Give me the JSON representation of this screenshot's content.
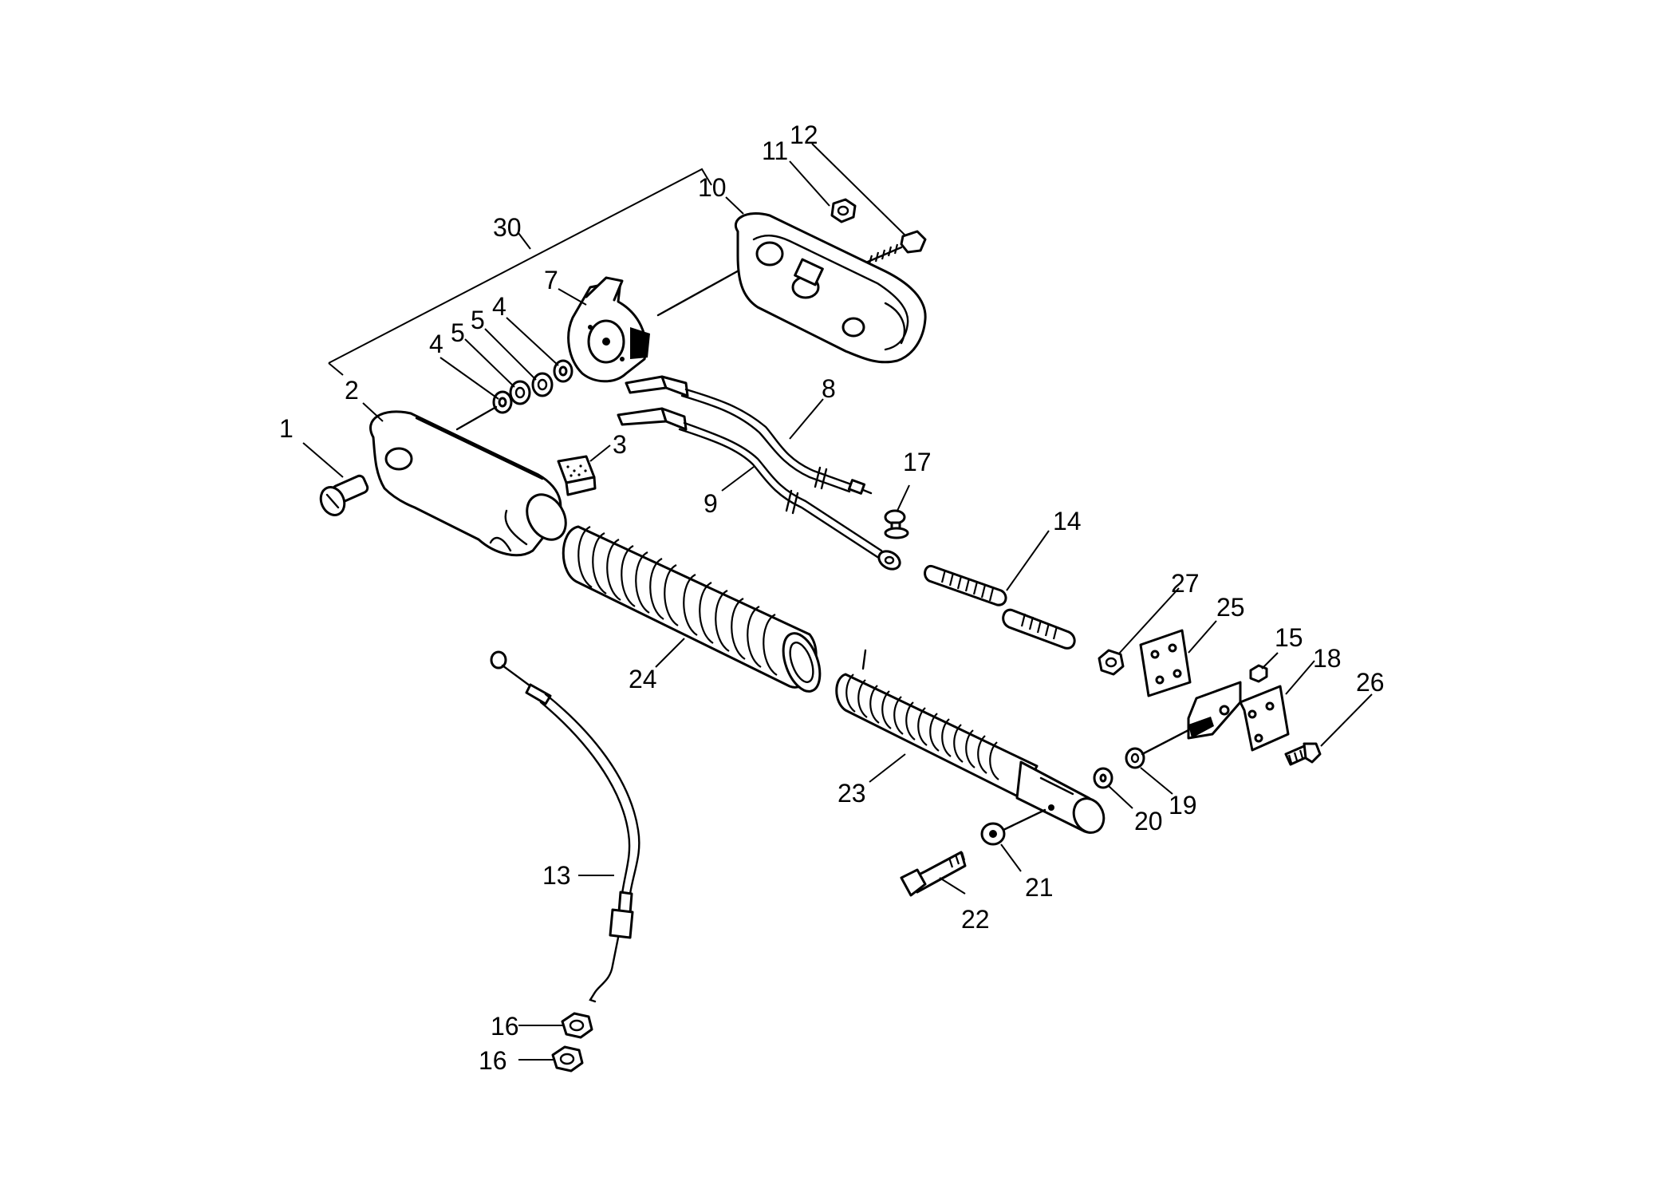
{
  "diagram": {
    "callouts": [
      {
        "id": "c1",
        "text": "1"
      },
      {
        "id": "c2",
        "text": "2"
      },
      {
        "id": "c3",
        "text": "3"
      },
      {
        "id": "c4a",
        "text": "4"
      },
      {
        "id": "c5a",
        "text": "5"
      },
      {
        "id": "c5b",
        "text": "5"
      },
      {
        "id": "c4b",
        "text": "4"
      },
      {
        "id": "c7",
        "text": "7"
      },
      {
        "id": "c8",
        "text": "8"
      },
      {
        "id": "c9",
        "text": "9"
      },
      {
        "id": "c10",
        "text": "10"
      },
      {
        "id": "c11",
        "text": "11"
      },
      {
        "id": "c12",
        "text": "12"
      },
      {
        "id": "c13",
        "text": "13"
      },
      {
        "id": "c14",
        "text": "14"
      },
      {
        "id": "c15",
        "text": "15"
      },
      {
        "id": "c16a",
        "text": "16"
      },
      {
        "id": "c16b",
        "text": "16"
      },
      {
        "id": "c17",
        "text": "17"
      },
      {
        "id": "c18",
        "text": "18"
      },
      {
        "id": "c19",
        "text": "19"
      },
      {
        "id": "c20",
        "text": "20"
      },
      {
        "id": "c21",
        "text": "21"
      },
      {
        "id": "c22",
        "text": "22"
      },
      {
        "id": "c23",
        "text": "23"
      },
      {
        "id": "c24",
        "text": "24"
      },
      {
        "id": "c25",
        "text": "25"
      },
      {
        "id": "c26",
        "text": "26"
      },
      {
        "id": "c27",
        "text": "27"
      },
      {
        "id": "c30",
        "text": "30"
      }
    ]
  }
}
